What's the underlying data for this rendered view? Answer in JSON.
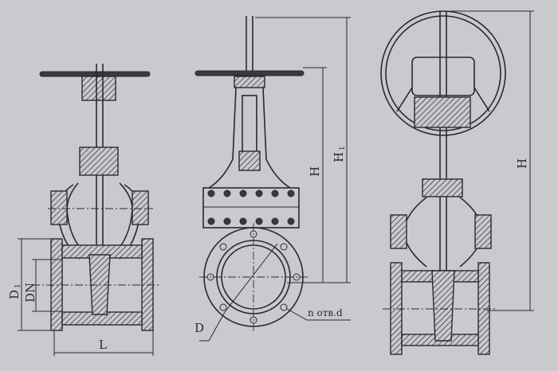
{
  "title": "Gate valve dimension drawing",
  "labels": {
    "d1": "D",
    "d1_sub": "1",
    "dn": "DN",
    "l": "L",
    "h_middle": "H",
    "h1": "H",
    "h1_sub": "1",
    "h_right": "H",
    "d": "D",
    "holes": "n отв.d"
  }
}
